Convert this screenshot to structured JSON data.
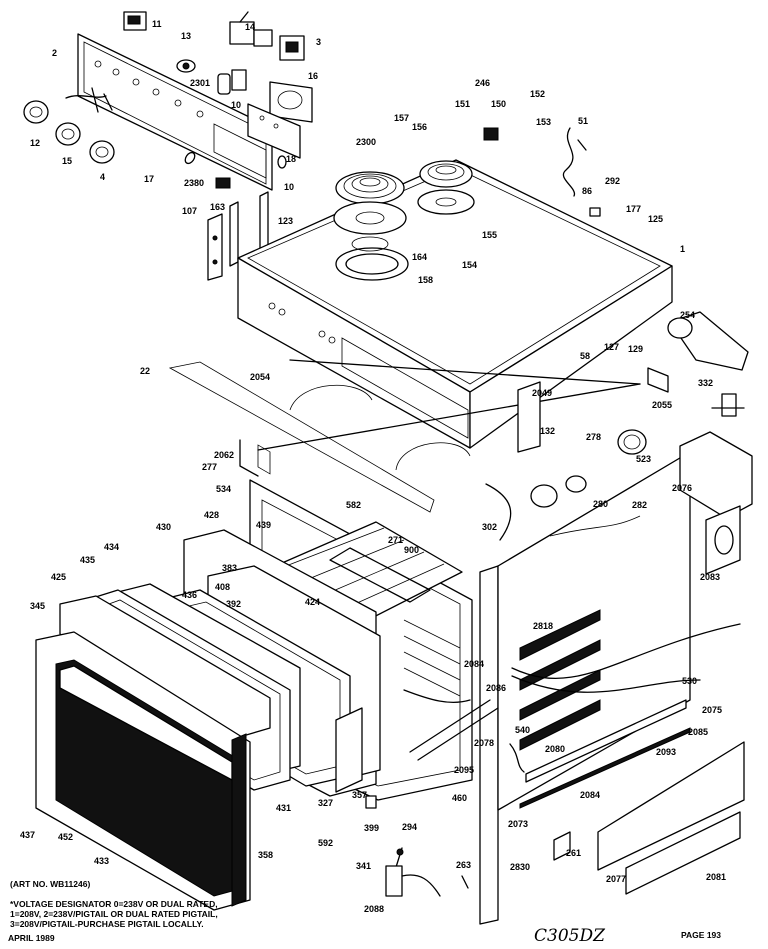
{
  "footer": {
    "art_no": "(ART NO. WB11246)",
    "note_lines": [
      "*VOLTAGE DESIGNATOR 0=238V OR DUAL RATED,",
      "1=208V, 2=238V/PIGTAIL OR DUAL RATED PIGTAIL,",
      "3=208V/PIGTAIL-PURCHASE PIGTAIL LOCALLY."
    ],
    "date": "APRIL 1989",
    "page": "PAGE 193",
    "handwritten_mark": "C305DZ"
  },
  "callouts": [
    "11",
    "14",
    "13",
    "3",
    "2",
    "16",
    "2301",
    "10",
    "12",
    "15",
    "4",
    "17",
    "18",
    "2300",
    "10",
    "2380",
    "107",
    "163",
    "123",
    "157",
    "156",
    "151",
    "246",
    "150",
    "152",
    "153",
    "51",
    "86",
    "292",
    "177",
    "125",
    "1",
    "164",
    "158",
    "154",
    "155",
    "254",
    "22",
    "2054",
    "58",
    "127",
    "129",
    "2049",
    "2055",
    "332",
    "132",
    "278",
    "523",
    "2062",
    "277",
    "534",
    "302",
    "280",
    "2076",
    "282",
    "582",
    "428",
    "439",
    "271",
    "900",
    "2083",
    "430",
    "434",
    "435",
    "425",
    "383",
    "408",
    "392",
    "424",
    "436",
    "345",
    "2818",
    "2086",
    "2084",
    "530",
    "2075",
    "2085",
    "2078",
    "540",
    "2093",
    "2080",
    "2084",
    "2095",
    "460",
    "431",
    "437",
    "452",
    "433",
    "327",
    "357",
    "399",
    "592",
    "294",
    "2073",
    "261",
    "2077",
    "2081",
    "358",
    "263",
    "2830",
    "341",
    "2088"
  ]
}
